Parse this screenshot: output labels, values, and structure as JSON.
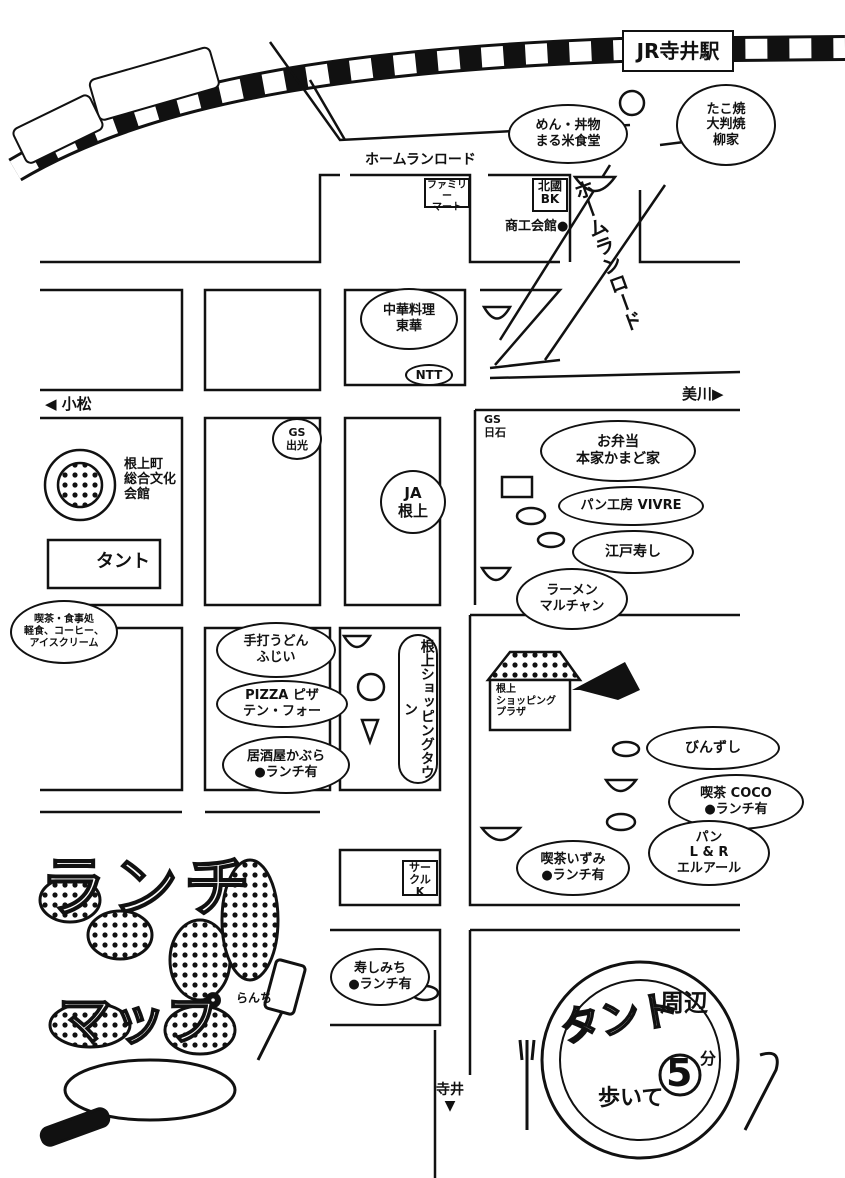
{
  "colors": {
    "ink": "#111111",
    "paper": "#ffffff"
  },
  "station": {
    "label": "JR寺井駅"
  },
  "roads": {
    "home_road_h": "ホームランロード",
    "home_road_v": "ホームランロード",
    "left_arrow": "◀ 小松",
    "right_arrow": "美川▶",
    "bottom_arrow": "寺井"
  },
  "landmarks": {
    "family_mart": "ファミリー\nマート",
    "hokkoku_bk": "北國\nBK",
    "shokokai": "商工会館●",
    "ntt": "NTT",
    "gs_left": "GS\n出光",
    "gs_right": "GS\n日石",
    "ja": "JA\n根上",
    "culture_hall": "根上町\n総合文化\n会館",
    "shopping_town": "根上ショッピングタウン",
    "neagari_plaza": "根上\nショッピング\nプラザ",
    "circle_k": "サークル\nK"
  },
  "shops": {
    "yanagiya": "たこ焼\n大判焼\n柳家",
    "marukome": "めん・丼物\nまる米食堂",
    "touka": "中華料理\n東華",
    "kamadoya": "お弁当\n本家かまど家",
    "vivre": "パン工房 VIVRE",
    "edo_sushi": "江戸寿し",
    "maruchan": "ラーメン\nマルチャン",
    "fujii": "手打うどん\nふじい",
    "ten_four": "PIZZA ピザ\nテン・フォー",
    "kaburaya": "居酒屋かぶら\n●ランチ有",
    "binzushi": "びんずし",
    "coco": "喫茶 COCO\n●ランチ有",
    "l_and_r": "パン\nL & R\nエルアール",
    "izumi": "喫茶いずみ\n●ランチ有",
    "teshimichi": "寿しみち\n●ランチ有",
    "tanto_bubble": "喫茶・食事処\n軽食、コーヒー、\nアイスクリーム"
  },
  "tanto": {
    "name": "タント"
  },
  "title": {
    "main": "ランチ",
    "sub": "マップ",
    "ruby": "らんち"
  },
  "badge": {
    "tanto": "タント",
    "around": "周辺",
    "walk": "歩いて",
    "five": "5",
    "min": "分"
  }
}
